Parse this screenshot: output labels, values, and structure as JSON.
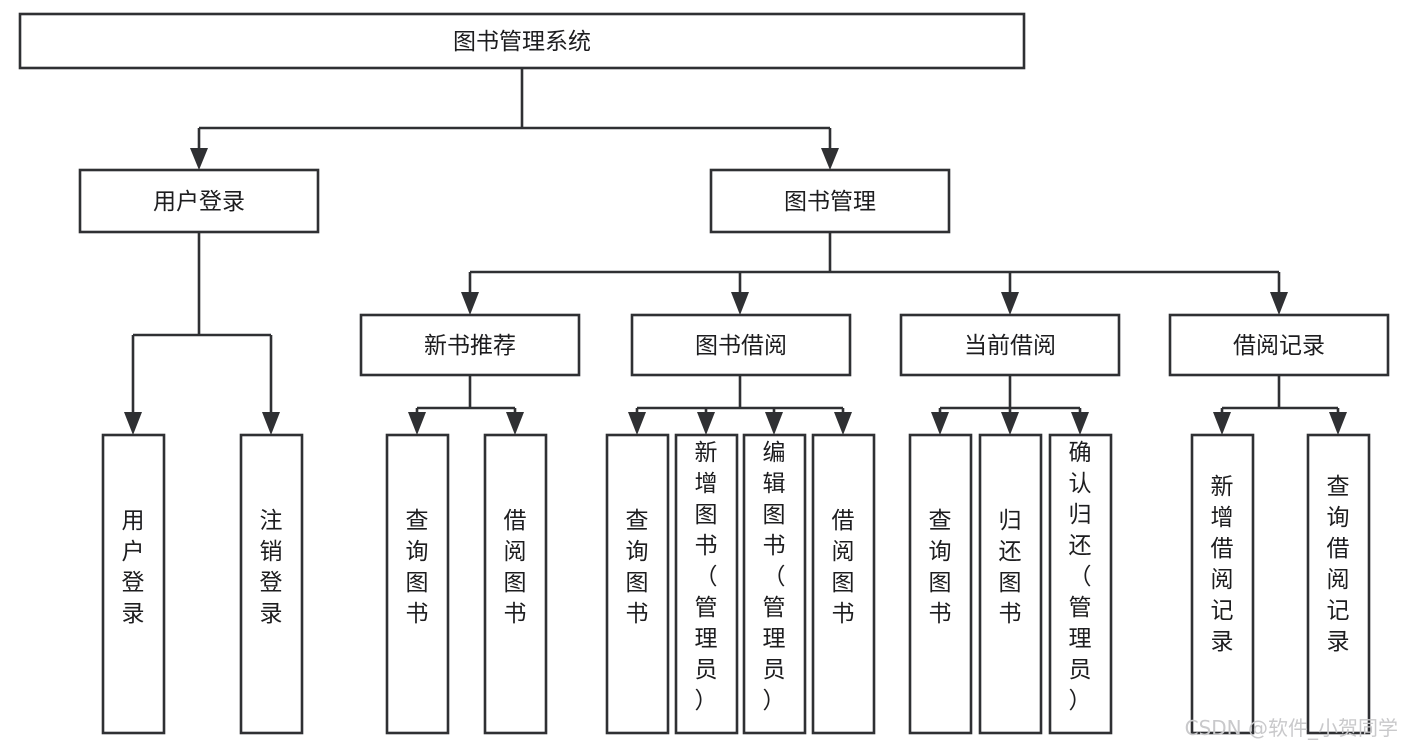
{
  "diagram": {
    "title": "图书管理系统",
    "type": "tree-hierarchy",
    "root": {
      "label": "图书管理系统"
    },
    "level2": [
      {
        "label": "用户登录"
      },
      {
        "label": "图书管理"
      }
    ],
    "level3": [
      {
        "label": "新书推荐"
      },
      {
        "label": "图书借阅"
      },
      {
        "label": "当前借阅"
      },
      {
        "label": "借阅记录"
      }
    ],
    "leaves": {
      "user_login": [
        {
          "label": "用户登录"
        },
        {
          "label": "注销登录"
        }
      ],
      "new_book_recommend": [
        {
          "label": "查询图书"
        },
        {
          "label": "借阅图书"
        }
      ],
      "book_borrow": [
        {
          "label": "查询图书"
        },
        {
          "label": "新增图书（管理员）"
        },
        {
          "label": "编辑图书（管理员）"
        },
        {
          "label": "借阅图书"
        }
      ],
      "current_borrow": [
        {
          "label": "查询图书"
        },
        {
          "label": "归还图书"
        },
        {
          "label": "确认归还（管理员）"
        }
      ],
      "borrow_record": [
        {
          "label": "新增借阅记录"
        },
        {
          "label": "查询借阅记录"
        }
      ]
    }
  },
  "watermark": {
    "text": "CSDN @软件_小贺同学"
  },
  "colors": {
    "stroke": "#2f3033",
    "box_fill": "#ffffff",
    "text": "#1d1d1f",
    "watermark": "#c9c9cb",
    "background": "#ffffff"
  }
}
